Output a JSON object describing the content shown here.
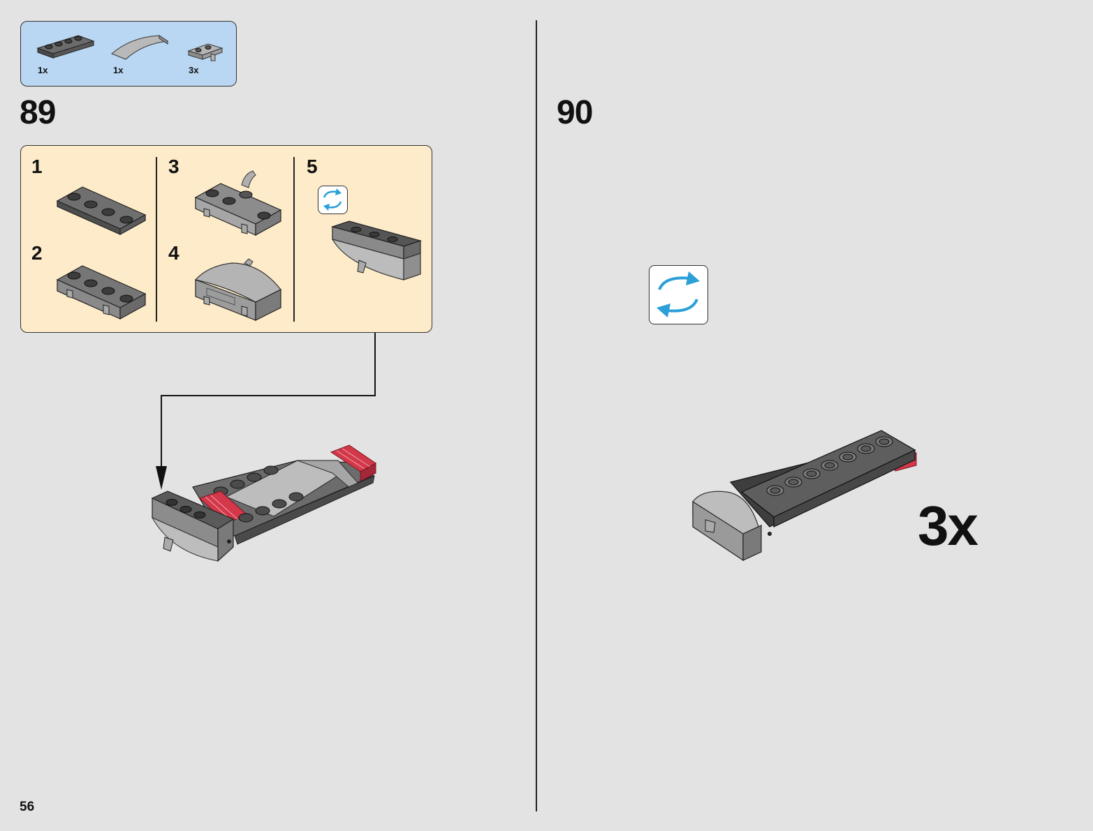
{
  "parts_list": [
    {
      "name": "plate-1x4-dark-gray",
      "qty": "1x"
    },
    {
      "name": "curved-slope-light-gray",
      "qty": "1x"
    },
    {
      "name": "plate-clip-light-gray",
      "qty": "3x"
    }
  ],
  "steps": [
    {
      "number": "89",
      "substeps": [
        "1",
        "2",
        "3",
        "4",
        "5"
      ]
    },
    {
      "number": "90",
      "multiplier": "3x"
    }
  ],
  "page_number": "56",
  "icons": {
    "rotate": "rotate-model-icon",
    "arrow": "placement-arrow-icon"
  },
  "colors": {
    "parts_callout": "#b9d7f2",
    "substep_callout": "#fdebc9",
    "background": "#e3e3e3",
    "rotate_arrow": "#2a9fd8",
    "trans_red": "#d2384a"
  }
}
